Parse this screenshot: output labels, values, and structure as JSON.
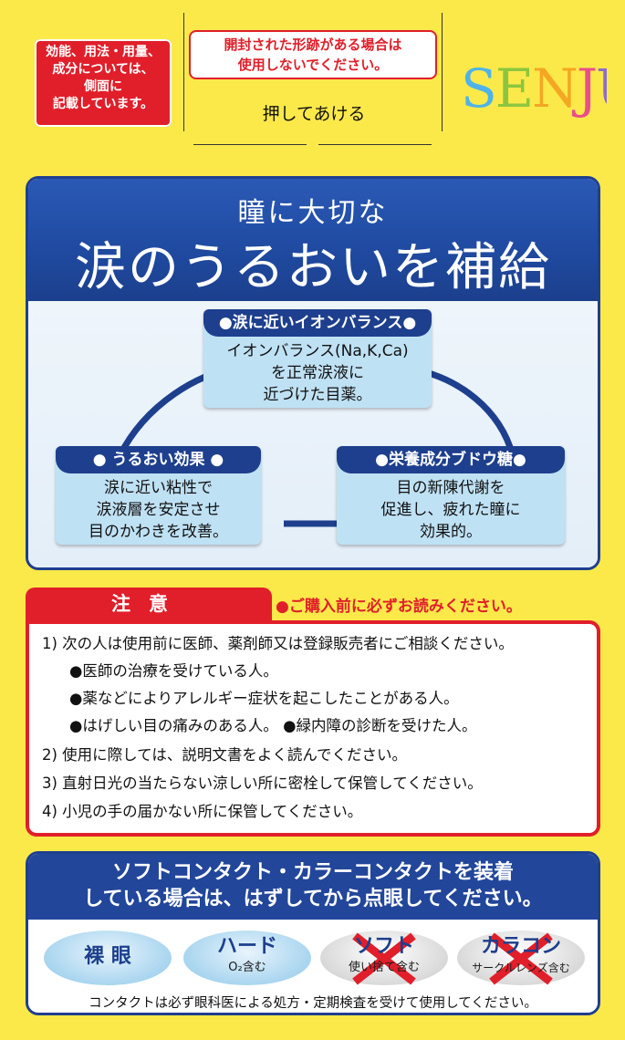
{
  "efficacy_note": [
    "効能、用法・用量、",
    "成分については、",
    "側面に",
    "記載しています。"
  ],
  "tamper_warning": [
    "開封された形跡がある場合は",
    "使用しないでください。"
  ],
  "push_to_open": "押してあける",
  "brand_logo": "SENJU",
  "colors": {
    "brand_red": "#e01f2a",
    "navy": "#1e3f8f",
    "light_blue": "#bfe1f4",
    "yellow_bg": "#fbe94a"
  },
  "feature_panel": {
    "subtitle": "瞳に大切な",
    "title": "涙のうるおいを補給",
    "cards": [
      {
        "header": "●涙に近いイオンバランス●",
        "lines": [
          "イオンバランス(Na,K,Ca)",
          "を正常涙液に",
          "近づけた目薬。"
        ]
      },
      {
        "header": "● うるおい効果 ●",
        "lines": [
          "涙に近い粘性で",
          "涙液層を安定させ",
          "目のかわきを改善。"
        ]
      },
      {
        "header": "●栄養成分ブドウ糖●",
        "lines": [
          "目の新陳代謝を",
          "促進し、疲れた瞳に",
          "効果的。"
        ]
      }
    ]
  },
  "caution": {
    "tab_label": "注意",
    "note": "●ご購入前に必ずお読みください。",
    "lines": [
      "1) 次の人は使用前に医師、薬剤師又は登録販売者にご相談ください。",
      "●医師の治療を受けている人。",
      "●薬などによりアレルギー症状を起こしたことがある人。",
      "●はげしい目の痛みのある人。 ●緑内障の診断を受けた人。",
      "2) 使用に際しては、説明文書をよく読んでください。",
      "3) 直射日光の当たらない涼しい所に密栓して保管してください。",
      "4) 小児の手の届かない所に保管してください。"
    ]
  },
  "contact_lens": {
    "header": [
      "ソフトコンタクト・カラーコンタクトを装着",
      "している場合は、はずしてから点眼してください。"
    ],
    "options": [
      {
        "label": "裸 眼",
        "sub": "",
        "icon": "ok-oval-icon"
      },
      {
        "label": "ハード",
        "sub": "O₂含む",
        "icon": "ok-oval-icon"
      },
      {
        "label": "ソフト",
        "sub": "使い捨て含む",
        "icon": "prohibited-cross-icon"
      },
      {
        "label": "カラコン",
        "sub": "サークルレンズ含む",
        "icon": "prohibited-cross-icon"
      }
    ],
    "footer": "コンタクトは必ず眼科医による処方・定期検査を受けて使用してください。"
  }
}
